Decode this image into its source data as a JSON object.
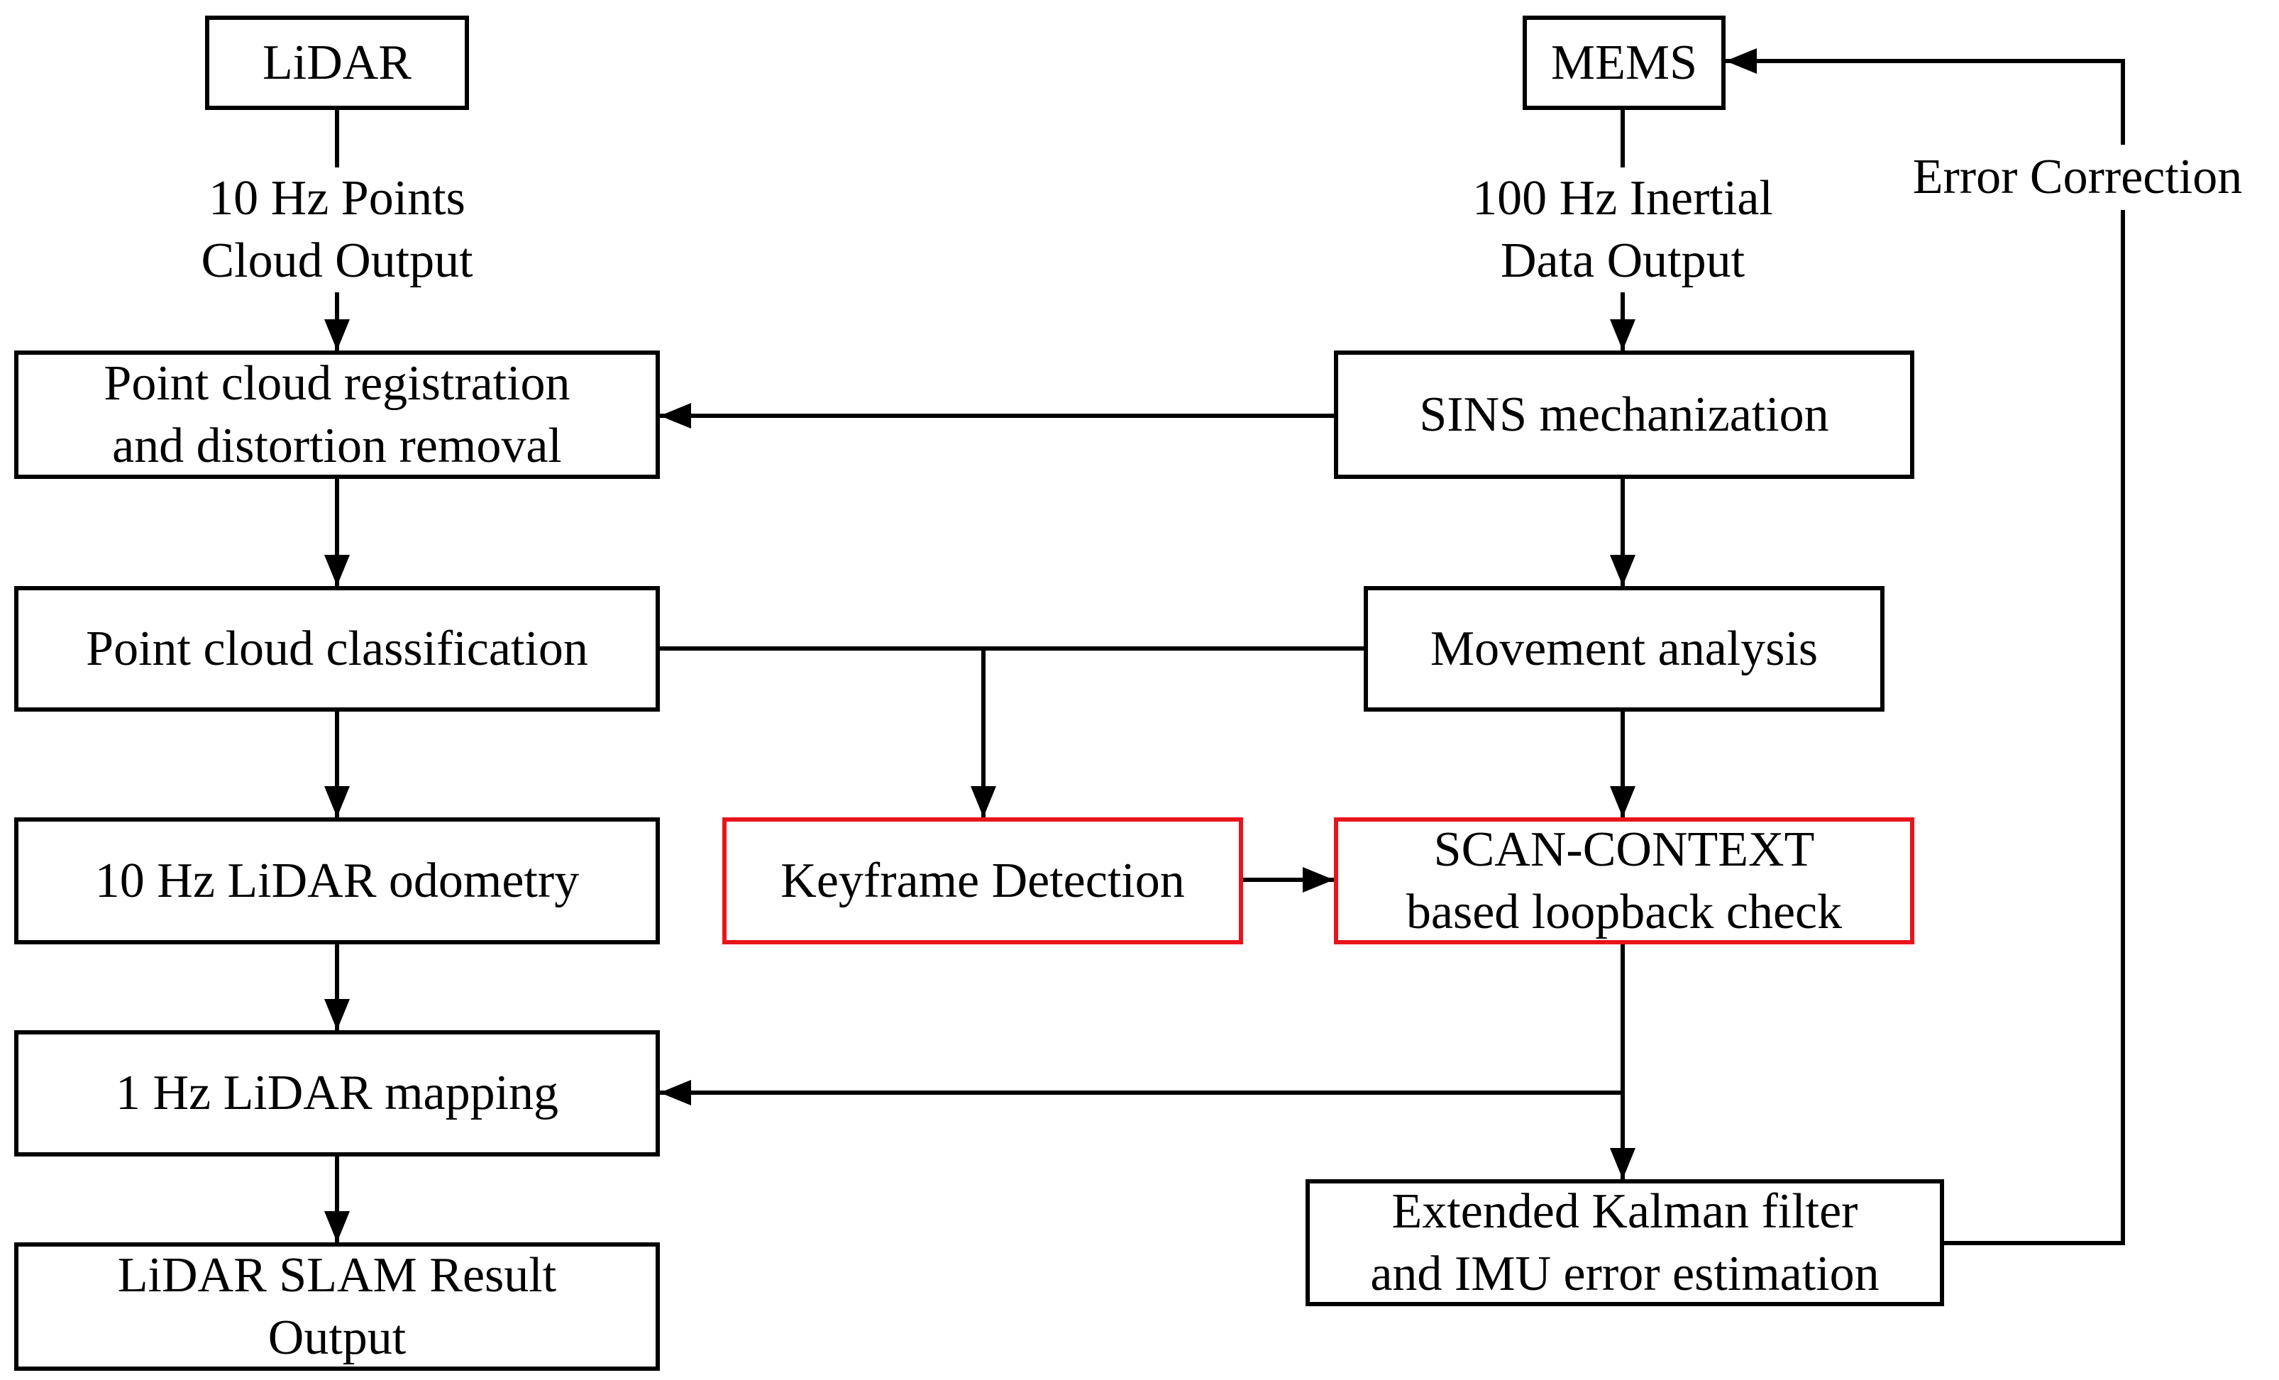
{
  "nodes": {
    "lidar": "LiDAR",
    "mems": "MEMS",
    "registration": {
      "line1": "Point cloud registration",
      "line2": "and distortion removal"
    },
    "sins": "SINS mechanization",
    "classification": "Point cloud classification",
    "movement": "Movement analysis",
    "odometry": "10 Hz LiDAR odometry",
    "keyframe": "Keyframe Detection",
    "scan_context": {
      "line1": "SCAN-CONTEXT",
      "line2": "based loopback check"
    },
    "mapping": "1 Hz LiDAR mapping",
    "ekf": {
      "line1": "Extended Kalman filter",
      "line2": "and IMU error estimation"
    },
    "slam_result": {
      "line1": "LiDAR SLAM Result",
      "line2": "Output"
    }
  },
  "edge_labels": {
    "lidar_output": {
      "line1": "10 Hz Points",
      "line2": "Cloud Output"
    },
    "mems_output": {
      "line1": "100 Hz Inertial",
      "line2": "Data Output"
    },
    "error_correction": "Error Correction"
  },
  "colors": {
    "line": "#000000",
    "highlight_border": "#e8141c",
    "background": "#ffffff"
  }
}
